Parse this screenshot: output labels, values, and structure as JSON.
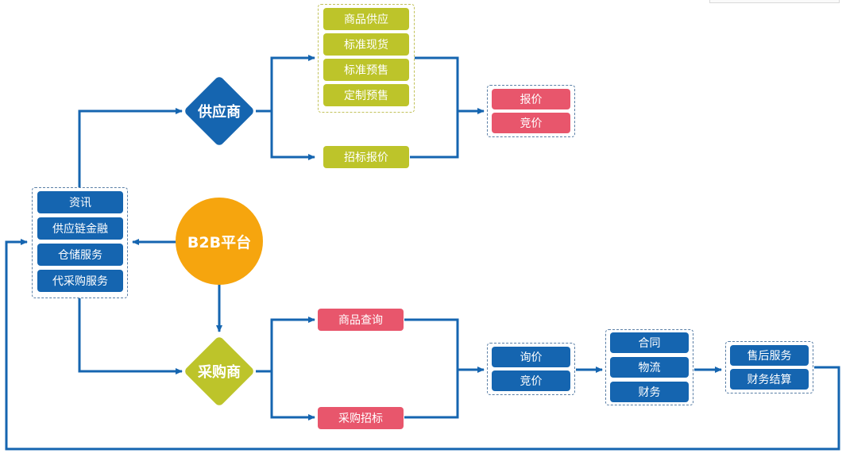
{
  "center": {
    "label": "B2B平台"
  },
  "supplier": {
    "label": "供应商"
  },
  "buyer": {
    "label": "采购商"
  },
  "services": [
    "资讯",
    "供应链金融",
    "仓储服务",
    "代采购服务"
  ],
  "supply_modes": [
    "商品供应",
    "标准现货",
    "标准预售",
    "定制预售"
  ],
  "supplier_bid": "招标报价",
  "supplier_results": [
    "报价",
    "竞价"
  ],
  "buyer_query": "商品查询",
  "buyer_tender": "采购招标",
  "inquiry": [
    "询价",
    "竞价"
  ],
  "contract": [
    "合同",
    "物流",
    "财务"
  ],
  "after": [
    "售后服务",
    "财务结算"
  ],
  "colors": {
    "blue": "#1565b0",
    "olive": "#bdc42a",
    "red": "#e8566c",
    "orange": "#f6a50e"
  }
}
